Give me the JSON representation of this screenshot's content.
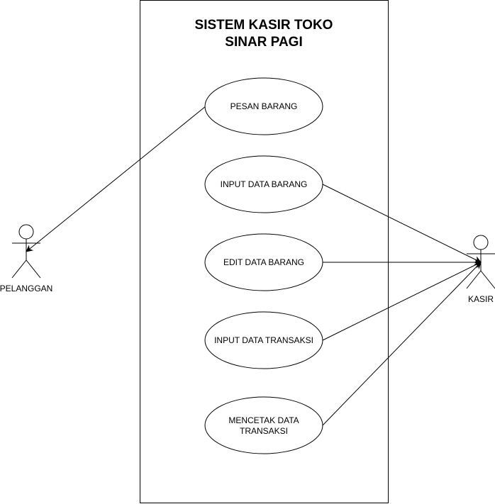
{
  "system": {
    "title_line1": "SISTEM KASIR TOKO",
    "title_line2": "SINAR PAGI"
  },
  "actors": {
    "pelanggan": "PELANGGAN",
    "kasir": "KASIR"
  },
  "use_cases": {
    "pesan_barang": "PESAN BARANG",
    "input_data_barang": "INPUT DATA BARANG",
    "edit_data_barang": "EDIT DATA BARANG",
    "input_data_transaksi": "INPUT DATA TRANSAKSI",
    "mencetak_line1": "MENCETAK DATA",
    "mencetak_line2": "TRANSAKSI"
  }
}
